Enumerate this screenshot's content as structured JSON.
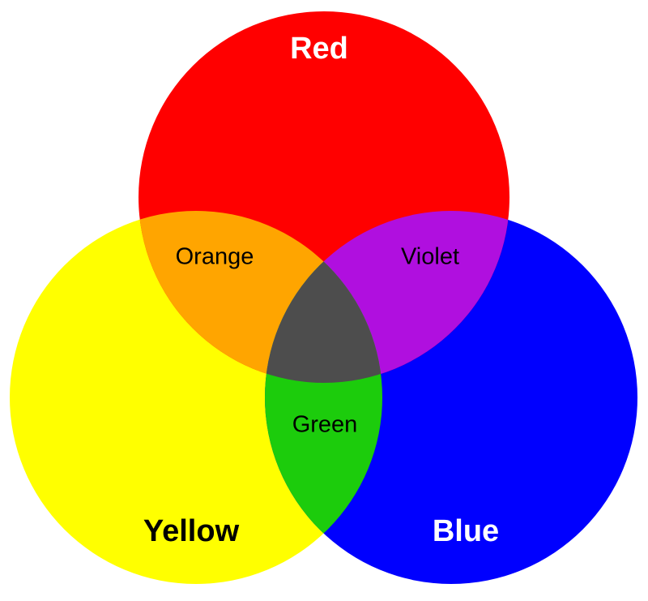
{
  "diagram": {
    "circles": {
      "red": {
        "label": "Red",
        "color": "#ff0000",
        "label_color": "#ffffff"
      },
      "yellow": {
        "label": "Yellow",
        "color": "#ffff00",
        "label_color": "#000000"
      },
      "blue": {
        "label": "Blue",
        "color": "#0000ff",
        "label_color": "#ffffff"
      }
    },
    "overlaps": {
      "orange": {
        "label": "Orange",
        "color": "#ffa500",
        "label_color": "#000000"
      },
      "violet": {
        "label": "Violet",
        "color": "#b00fdf",
        "label_color": "#000000"
      },
      "green": {
        "label": "Green",
        "color": "#1ccc0c",
        "label_color": "#000000"
      },
      "center": {
        "label": "",
        "color": "#4d4d4d"
      }
    }
  }
}
